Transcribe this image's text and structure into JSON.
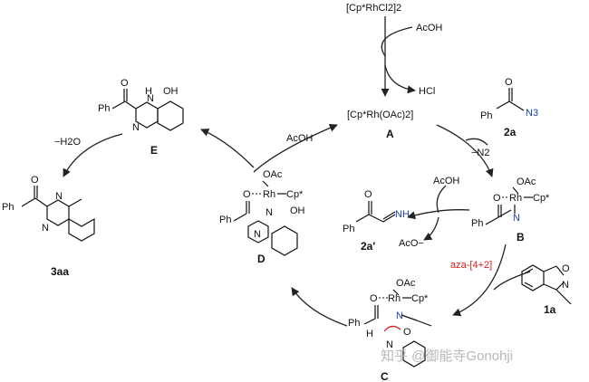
{
  "catalyst": {
    "precursor": "[Cp*RhCl2]2",
    "active": "[Cp*Rh(OAc)2]",
    "label_A": "A"
  },
  "reagents": {
    "acoh_in": "AcOH",
    "hcl": "HCl",
    "n2_loss": "−N2",
    "acoh_top": "AcOH",
    "acoh_mid": "AcOH",
    "aco_minus": "AcO−",
    "h2o_loss": "−H2O",
    "aza_step": "aza-[4+2]"
  },
  "compounds": {
    "c2a": {
      "label": "2a",
      "ph": "Ph",
      "n3": "N3",
      "o": "O"
    },
    "c2a_prime": {
      "label": "2a'",
      "ph": "Ph",
      "nh": "NH",
      "o": "O"
    },
    "c1a": {
      "label": "1a",
      "o": "O",
      "n": "N"
    },
    "c3aa": {
      "label": "3aa",
      "ph": "Ph",
      "n1": "N",
      "n2": "N",
      "o": "O"
    },
    "B": {
      "label": "B",
      "rh": "Rh",
      "cp": "Cp*",
      "oac": "OAc",
      "o": "O",
      "n": "N",
      "ph": "Ph"
    },
    "C": {
      "label": "C",
      "rh": "Rh",
      "cp": "Cp*",
      "oac": "OAc",
      "o": "O",
      "n": "N",
      "n2": "N",
      "o2": "O",
      "h": "H",
      "ph": "Ph"
    },
    "D": {
      "label": "D",
      "rh": "Rh",
      "cp": "Cp*",
      "oac": "OAc",
      "o": "O",
      "n": "N",
      "n2": "N",
      "oh": "OH",
      "ph": "Ph"
    },
    "E": {
      "label": "E",
      "ph": "Ph",
      "nh": "H",
      "n": "N",
      "n2": "N",
      "oh": "OH",
      "o": "O"
    }
  },
  "watermark": "知乎 @御能寺Gonohji"
}
